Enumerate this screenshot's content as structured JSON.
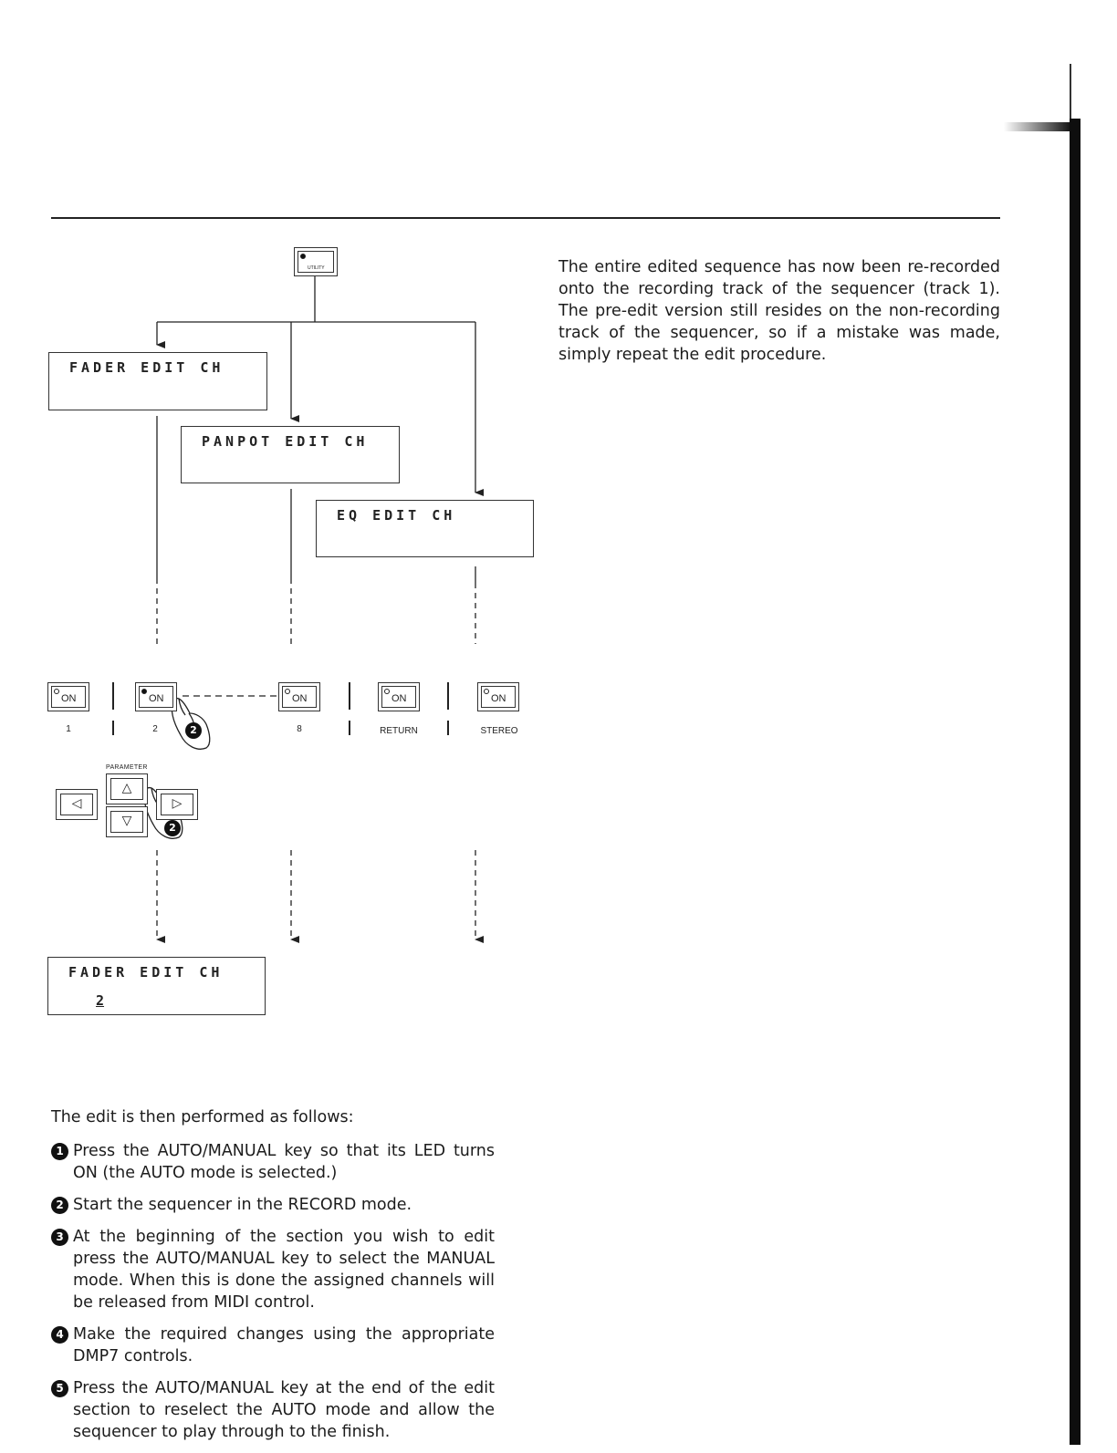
{
  "right_paragraph": "The entire edited sequence has now been re-recorded onto the recording track of the sequencer (track 1). The pre-edit version still resides on the non-recording track of the sequencer, so if a mistake was made, simply repeat the edit procedure.",
  "diagram": {
    "utility_key_label": "UTILITY",
    "displays": {
      "fader": "FADER EDIT CH",
      "panpot": "PANPOT EDIT CH",
      "eq": "EQ EDIT CH",
      "result_title": "FADER EDIT CH",
      "result_value": "2"
    },
    "on_keys": [
      {
        "label": "ON",
        "caption": "1",
        "led": "off"
      },
      {
        "label": "ON",
        "caption": "2",
        "led": "on"
      },
      {
        "label": "ON",
        "caption": "8",
        "led": "off"
      },
      {
        "label": "ON",
        "caption": "RETURN",
        "led": "off"
      },
      {
        "label": "ON",
        "caption": "STEREO",
        "led": "off"
      }
    ],
    "parameter_label": "PARAMETER",
    "arrow_keys": {
      "left": "◁",
      "up": "△",
      "down": "▽",
      "right": "▷"
    },
    "callout_number": "2"
  },
  "procedure": {
    "intro": "The edit is then performed as follows:",
    "steps": [
      {
        "n": "1",
        "text": "Press the AUTO/MANUAL key so that its LED turns ON (the AUTO mode is selected.)"
      },
      {
        "n": "2",
        "text": "Start the sequencer in the RECORD mode."
      },
      {
        "n": "3",
        "text": "At the beginning of the section you wish to edit press the AUTO/MANUAL key to select the MANUAL mode. When this is done the assigned channels will be released from MIDI control."
      },
      {
        "n": "4",
        "text": "Make the required changes using the appropriate DMP7 controls."
      },
      {
        "n": "5",
        "text": "Press the AUTO/MANUAL key at the end of the edit section to reselect the AUTO mode and allow the sequencer to play through to the finish."
      }
    ]
  }
}
